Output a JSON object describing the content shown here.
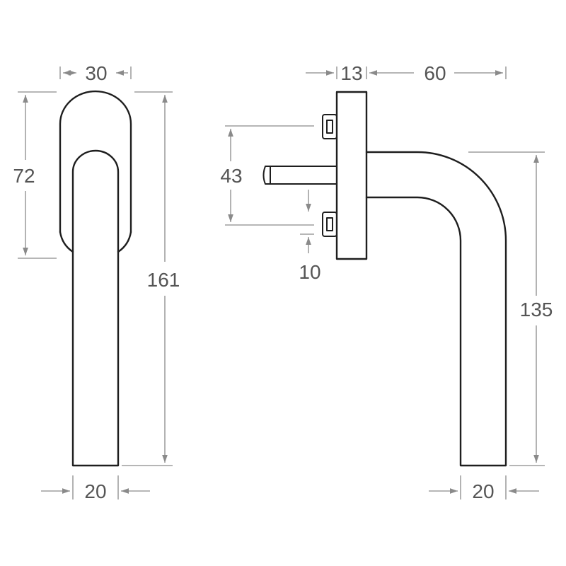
{
  "colors": {
    "outline": "#1e1e1e",
    "dimension": "#8a8a8a",
    "dimension_text": "#555555",
    "background": "#ffffff"
  },
  "dimensions": {
    "front_rose_width": "30",
    "front_rose_height": "72",
    "front_total_height": "161",
    "front_lever_width": "20",
    "side_rose_depth": "13",
    "side_projection": "60",
    "side_screw_spacing": "43",
    "side_spindle_offset": "10",
    "side_lever_drop": "135",
    "side_lever_width": "20"
  }
}
